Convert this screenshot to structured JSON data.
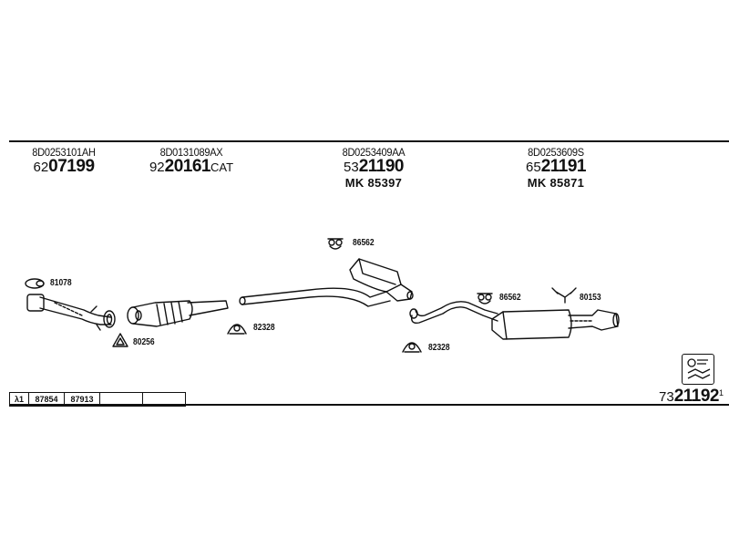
{
  "parts": [
    {
      "oe": "8D0253101AH",
      "prefix": "62",
      "number": "07199",
      "suffix": "",
      "mk": ""
    },
    {
      "oe": "8D0131089AX",
      "prefix": "92",
      "number": "20161",
      "suffix": "CAT",
      "mk": ""
    },
    {
      "oe": "8D0253409AA",
      "prefix": "53",
      "number": "21190",
      "suffix": "",
      "mk": "MK  85397"
    },
    {
      "oe": "8D0253609S",
      "prefix": "65",
      "number": "21191",
      "suffix": "",
      "mk": "MK  85871"
    }
  ],
  "callouts": {
    "c81078": "81078",
    "c80256": "80256",
    "c82328a": "82328",
    "c86562a": "86562",
    "c86562b": "86562",
    "c80153": "80153",
    "c82328b": "82328"
  },
  "bottom_table": {
    "lambda": "λ1",
    "cells": [
      "87854",
      "87913",
      "",
      ""
    ]
  },
  "set_number": {
    "prefix": "73",
    "number": "21192",
    "suffix": "1"
  },
  "icons": {
    "badge": "exhaust-set-icon"
  }
}
